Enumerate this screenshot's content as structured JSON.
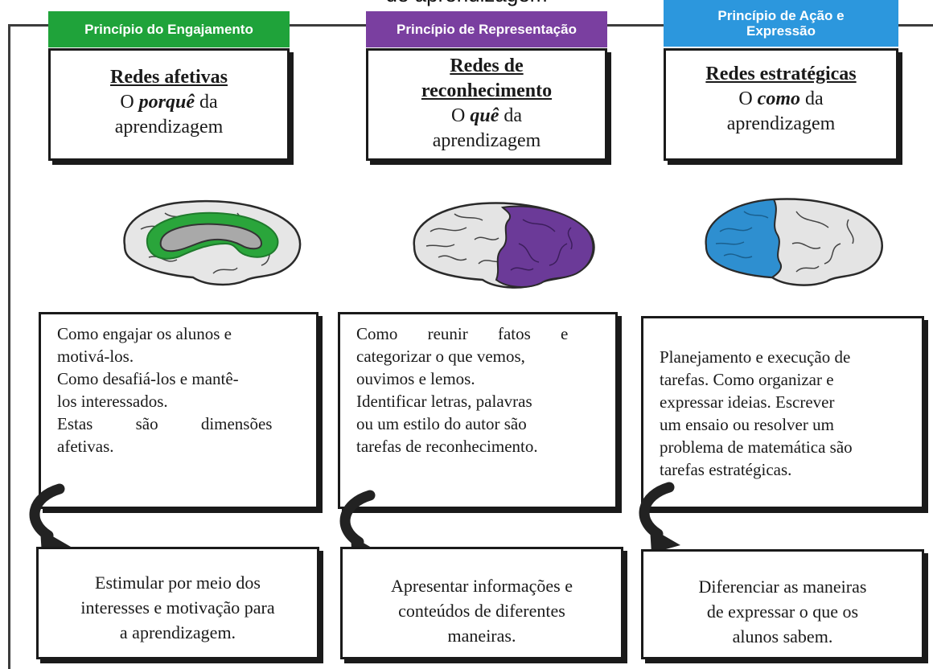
{
  "title": "de aprendizagem",
  "colors": {
    "engajamento": "#1fa33a",
    "representacao": "#7a3fa0",
    "acao": "#2c97dd"
  },
  "columns": [
    {
      "header": "Princípio do Engajamento",
      "net_title": "Redes afetivas",
      "net_prefix": "O ",
      "net_emph": "porquê",
      "net_suffix": " da",
      "net_last": "aprendizagem",
      "brain_icon": "brain-limbic-green-icon",
      "desc_lines": [
        "Como engajar os alunos e",
        "motivá-los.",
        "Como desafiá-los e mantê-",
        "los interessados.",
        "Estas são dimensões",
        "afetivas."
      ],
      "bottom_lines": [
        "Estimular por meio dos",
        "interesses e motivação para",
        "a aprendizagem."
      ]
    },
    {
      "header": "Princípio de Representação",
      "net_title_1": "Redes de",
      "net_title_2": "reconhecimento",
      "net_prefix": "O ",
      "net_emph": "quê",
      "net_suffix": " da",
      "net_last": "aprendizagem",
      "brain_icon": "brain-posterior-purple-icon",
      "desc_lines": [
        "Como reunir fatos e",
        "categorizar o que vemos,",
        "ouvimos e lemos.",
        "Identificar letras, palavras",
        "ou um estilo do autor são",
        "tarefas de reconhecimento."
      ],
      "bottom_lines": [
        "Apresentar informações e",
        "conteúdos de diferentes",
        "maneiras."
      ]
    },
    {
      "header_1": "Princípio de Ação e",
      "header_2": "Expressão",
      "net_title": "Redes estratégicas",
      "net_prefix": "O ",
      "net_emph": "como",
      "net_suffix": " da",
      "net_last": "aprendizagem",
      "brain_icon": "brain-frontal-blue-icon",
      "desc_lines": [
        "Planejamento e execução de",
        "tarefas. Como organizar e",
        "expressar ideias. Escrever",
        "um ensaio ou resolver um",
        "problema de matemática são",
        "tarefas estratégicas."
      ],
      "bottom_lines": [
        "Diferenciar as maneiras",
        "de expressar o que os",
        "alunos sabem."
      ]
    }
  ]
}
